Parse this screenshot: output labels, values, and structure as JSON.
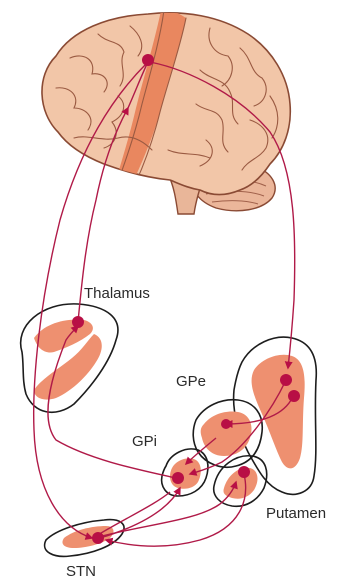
{
  "labels": {
    "thalamus": "Thalamus",
    "gpe": "GPe",
    "gpi": "GPi",
    "putamen": "Putamen",
    "stn": "STN"
  },
  "colors": {
    "pathway": "#b01a48",
    "neuron": "#b80f45",
    "nucleus_fill": "#ee9070",
    "outline": "#1d1d1d",
    "brain_fill": "#f2c6a8",
    "brain_stroke": "#8a4a34",
    "motor_cortex": "#e9875f"
  },
  "icons": {
    "brain": "brain-icon",
    "neuron": "neuron-dot",
    "arrow": "arrowhead"
  }
}
